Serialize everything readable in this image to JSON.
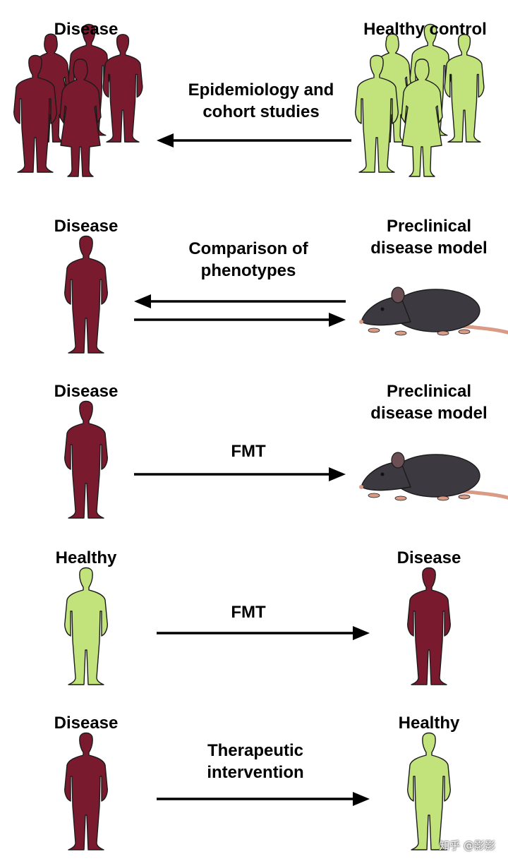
{
  "colors": {
    "disease": "#7a1a2e",
    "healthy": "#c2e27c",
    "outline": "#1b1b1b",
    "mouse_body": "#3c3a40",
    "mouse_tail": "#d99a86",
    "arrow": "#000000"
  },
  "rows": [
    {
      "left_label": "Disease",
      "right_label": "Healthy control",
      "arrow_text": [
        "Epidemiology and",
        "cohort studies"
      ],
      "arrow_direction": "left",
      "left_figure": "disease-group-icon",
      "right_figure": "healthy-group-icon"
    },
    {
      "left_label": "Disease",
      "right_label": [
        "Preclinical",
        "disease model"
      ],
      "arrow_text": [
        "Comparison of",
        "phenotypes"
      ],
      "arrow_direction": "both",
      "left_figure": "disease-person-icon",
      "right_figure": "mouse-icon"
    },
    {
      "left_label": "Disease",
      "right_label": [
        "Preclinical",
        "disease model"
      ],
      "arrow_text": [
        "FMT"
      ],
      "arrow_direction": "right",
      "left_figure": "disease-person-icon",
      "right_figure": "mouse-icon"
    },
    {
      "left_label": "Healthy",
      "right_label": "Disease",
      "arrow_text": [
        "FMT"
      ],
      "arrow_direction": "right",
      "left_figure": "healthy-person-icon",
      "right_figure": "disease-person-icon"
    },
    {
      "left_label": "Disease",
      "right_label": "Healthy",
      "arrow_text": [
        "Therapeutic",
        "intervention"
      ],
      "arrow_direction": "right",
      "left_figure": "disease-person-icon",
      "right_figure": "healthy-person-icon"
    }
  ],
  "watermark": "知乎 @影影"
}
